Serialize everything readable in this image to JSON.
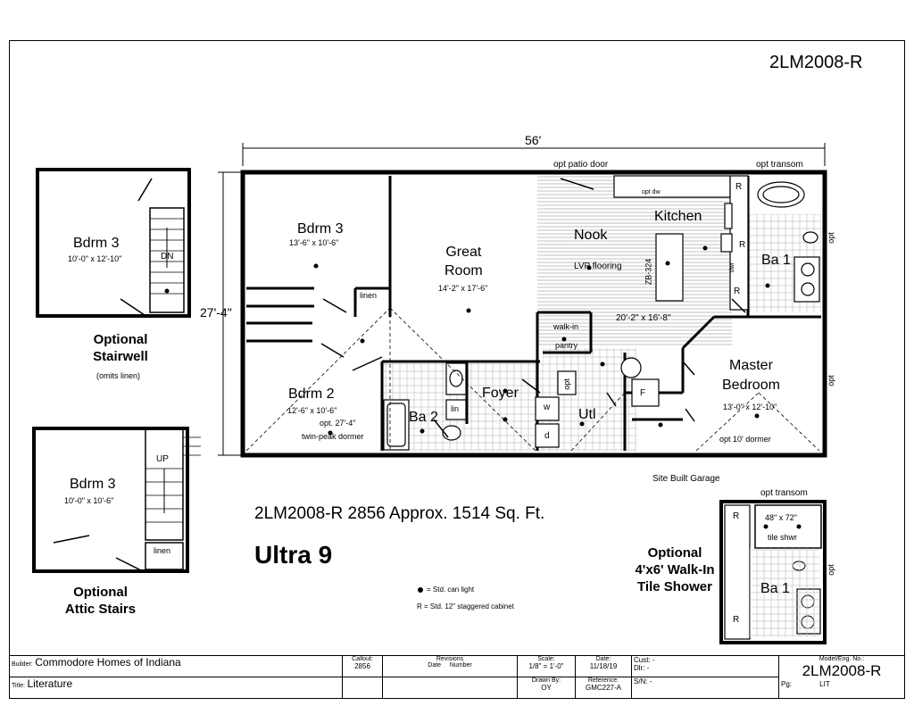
{
  "model_top": "2LM2008-R",
  "overall_width": "56'",
  "overall_depth": "27'-4\"",
  "labels": {
    "opt_patio_door": "opt patio door",
    "opt_transom": "opt transom",
    "opt_transom_2": "opt transom",
    "kitchen": "Kitchen",
    "nook": "Nook",
    "lvp": "LVP flooring",
    "zb": "ZB-324",
    "great_room": "Great\nRoom",
    "great_room_dim": "14'-2\" x 17'-6\"",
    "kitchen_dim": "20'-2\" x 16'-8\"",
    "bdrm3": "Bdrm 3",
    "bdrm3_dim": "13'-6\" x 10'-6\"",
    "linen": "linen",
    "bdrm2": "Bdrm 2",
    "bdrm2_dim": "12'-6\" x 10'-6\"",
    "bdrm2_opt": "opt. 27'-4\"",
    "bdrm2_dormer": "twin-peak dormer",
    "ba2": "Ba 2",
    "lin": "lin",
    "foyer": "Foyer",
    "utl": "Utl",
    "walkin": "walk-in",
    "pantry": "pantry",
    "master": "Master\nBedroom",
    "master_dim": "13'-0\" x 12'-10\"",
    "master_dormer": "opt 10' dormer",
    "ba1": "Ba 1",
    "ba1_2": "Ba 1",
    "opt": "opt",
    "opt_dw": "opt dw",
    "dwr": "dwr",
    "site_garage": "Site Built Garage",
    "w": "w",
    "d": "d",
    "f": "F",
    "r": "R",
    "shower_size": "48\" x 72\"",
    "tile_shwr": "tile shwr"
  },
  "alt_stairwell": {
    "room": "Bdrm 3",
    "dim": "10'-0\" x 12'-10\"",
    "dn": "DN",
    "heading": "Optional\nStairwell",
    "note": "(omits linen)"
  },
  "alt_attic": {
    "room": "Bdrm 3",
    "dim": "10'-0\" x 10'-6\"",
    "up": "UP",
    "linen": "linen",
    "heading": "Optional\nAttic Stairs"
  },
  "alt_shower": {
    "heading": "Optional\n4'x6' Walk-In\nTile Shower"
  },
  "model_line": "2LM2008-R 2856  Approx. 1514 Sq. Ft.",
  "series": "Ultra 9",
  "legend": {
    "can_light": "= Std. can light",
    "cabinet": "R = Std. 12\" staggered cabinet"
  },
  "title_block": {
    "builder_label": "Builder:",
    "builder": "Commodore Homes of Indiana",
    "title_label": "Title:",
    "title": "Literature",
    "callout_label": "Callout:",
    "callout": "2856",
    "revisions_label": "Revisions",
    "date_label": "Date",
    "number_label": "Number",
    "scale_label": "Scale:",
    "scale": "1/8\" = 1'-0\"",
    "date_hdr": "Date:",
    "date": "11/18/19",
    "drawn_label": "Drawn By:",
    "drawn": "OY",
    "ref_label": "Reference:",
    "ref": "GMC227-A",
    "cust_label": "Cust: -",
    "dlr_label": "Dlr:   -",
    "sn_label": "S/N:    -",
    "model_label": "Model/Eng. No.:",
    "model": "2LM2008-R",
    "pg_label": "Pg:",
    "pg": "LIT"
  }
}
